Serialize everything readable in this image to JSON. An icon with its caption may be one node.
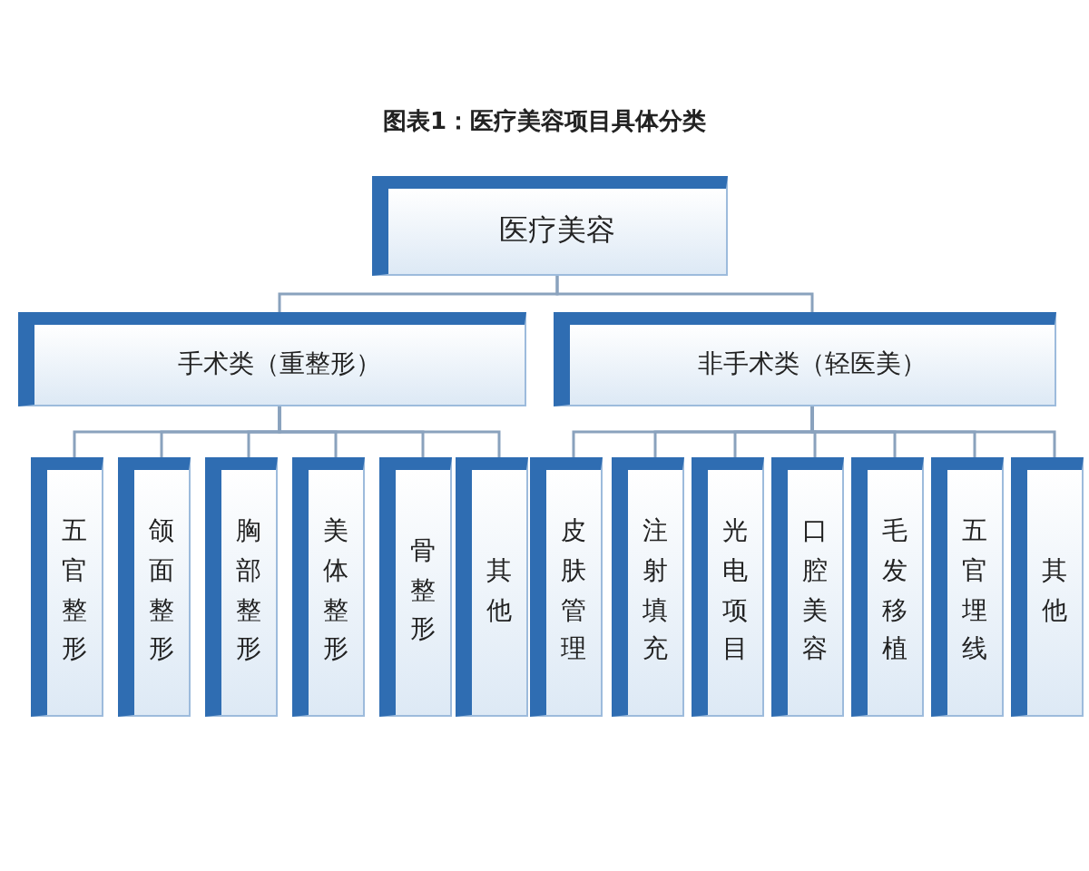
{
  "diagram": {
    "title": "图表1：医疗美容项目具体分类",
    "nodes": [
      {
        "text": [
          "医疗美容"
        ]
      },
      {
        "text": [
          "手术类（重整形）"
        ]
      },
      {
        "text": [
          "非手术类（轻医美）"
        ]
      },
      {
        "text": [
          "五官整形"
        ]
      },
      {
        "text": [
          "颌面整形"
        ]
      },
      {
        "text": [
          "胸部整形"
        ]
      },
      {
        "text": [
          "美体整形"
        ]
      },
      {
        "text": [
          "骨整形"
        ]
      },
      {
        "text": [
          "其他"
        ]
      },
      {
        "text": [
          "皮肤管理"
        ]
      },
      {
        "text": [
          "注射填充"
        ]
      },
      {
        "text": [
          "光电项目"
        ]
      },
      {
        "text": [
          "口腔美容"
        ]
      },
      {
        "text": [
          "毛发移植"
        ]
      },
      {
        "text": [
          "五官埋线"
        ]
      },
      {
        "text": [
          "其他"
        ]
      }
    ],
    "edges": [
      {
        "from": 0,
        "to": 1,
        "arrow": "none"
      },
      {
        "from": 0,
        "to": 2,
        "arrow": "none"
      },
      {
        "from": 1,
        "to": 3,
        "arrow": "none"
      },
      {
        "from": 1,
        "to": 4,
        "arrow": "none"
      },
      {
        "from": 1,
        "to": 5,
        "arrow": "none"
      },
      {
        "from": 1,
        "to": 6,
        "arrow": "none"
      },
      {
        "from": 1,
        "to": 7,
        "arrow": "none"
      },
      {
        "from": 1,
        "to": 8,
        "arrow": "none"
      },
      {
        "from": 2,
        "to": 9,
        "arrow": "none"
      },
      {
        "from": 2,
        "to": 10,
        "arrow": "none"
      },
      {
        "from": 2,
        "to": 11,
        "arrow": "none"
      },
      {
        "from": 2,
        "to": 12,
        "arrow": "none"
      },
      {
        "from": 2,
        "to": 13,
        "arrow": "none"
      },
      {
        "from": 2,
        "to": 14,
        "arrow": "none"
      },
      {
        "from": 2,
        "to": 15,
        "arrow": "none"
      }
    ]
  }
}
